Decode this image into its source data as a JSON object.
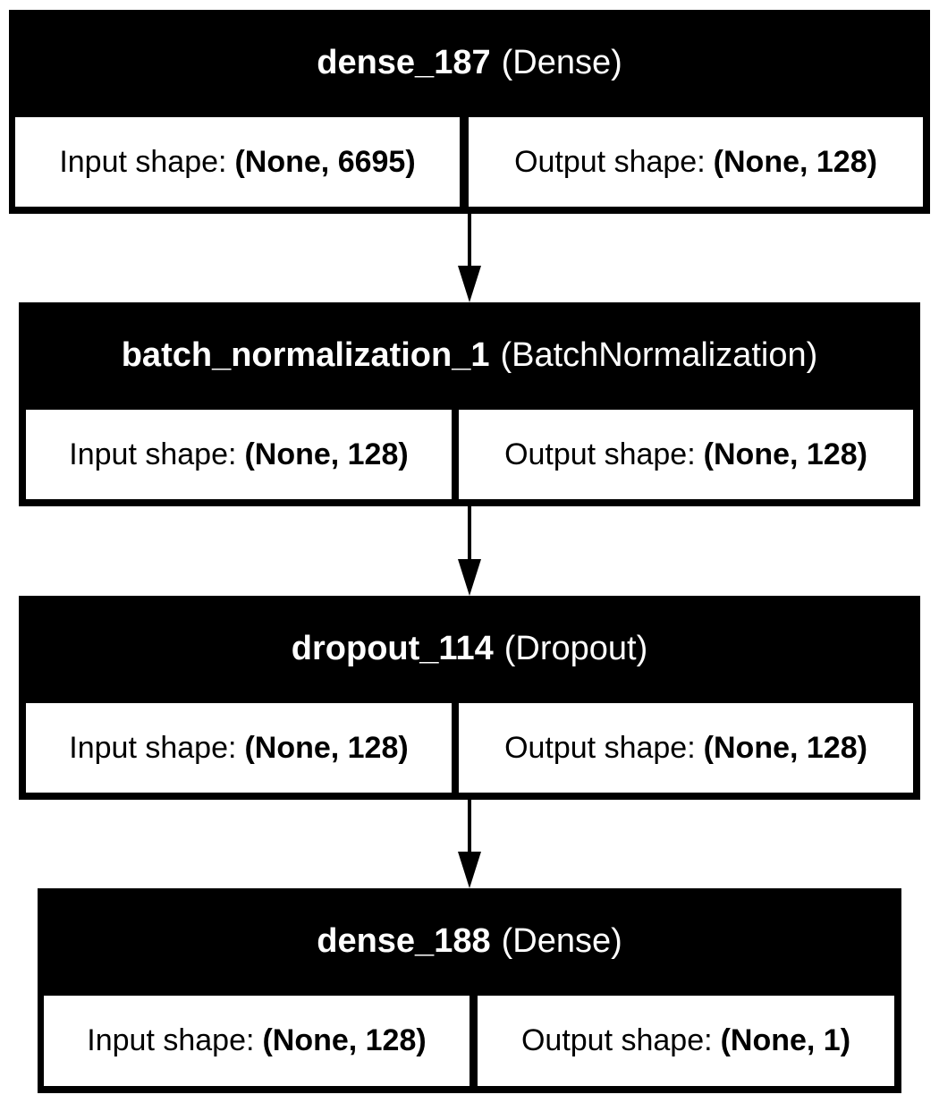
{
  "layers": [
    {
      "name": "dense_187",
      "type": "(Dense)",
      "input_label": "Input shape:",
      "input_value": "(None, 6695)",
      "output_label": "Output shape:",
      "output_value": "(None, 128)"
    },
    {
      "name": "batch_normalization_1",
      "type": "(BatchNormalization)",
      "input_label": "Input shape:",
      "input_value": "(None, 128)",
      "output_label": "Output shape:",
      "output_value": "(None, 128)"
    },
    {
      "name": "dropout_114",
      "type": "(Dropout)",
      "input_label": "Input shape:",
      "input_value": "(None, 128)",
      "output_label": "Output shape:",
      "output_value": "(None, 128)"
    },
    {
      "name": "dense_188",
      "type": "(Dense)",
      "input_label": "Input shape:",
      "input_value": "(None, 128)",
      "output_label": "Output shape:",
      "output_value": "(None, 1)"
    }
  ],
  "colors": {
    "box_fill": "#000000",
    "header_text": "#ffffff",
    "cell_fill": "#ffffff",
    "cell_text": "#000000",
    "arrow": "#000000"
  }
}
